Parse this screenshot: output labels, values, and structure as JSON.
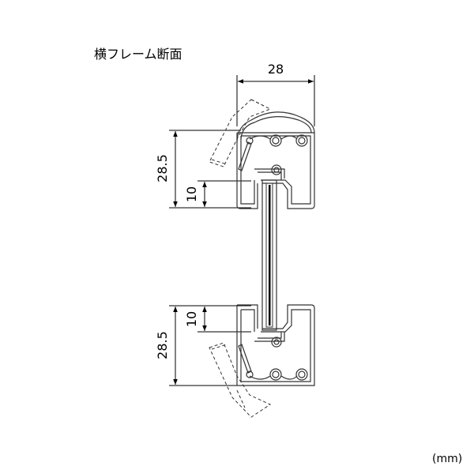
{
  "title": "横フレーム断面",
  "unit": "(mm)",
  "dimensions": {
    "width_top": "28",
    "top_height": "28.5",
    "top_inner": "10",
    "bottom_inner": "10",
    "bottom_height": "28.5"
  },
  "colors": {
    "line": "#333333",
    "glass": "#000000"
  }
}
